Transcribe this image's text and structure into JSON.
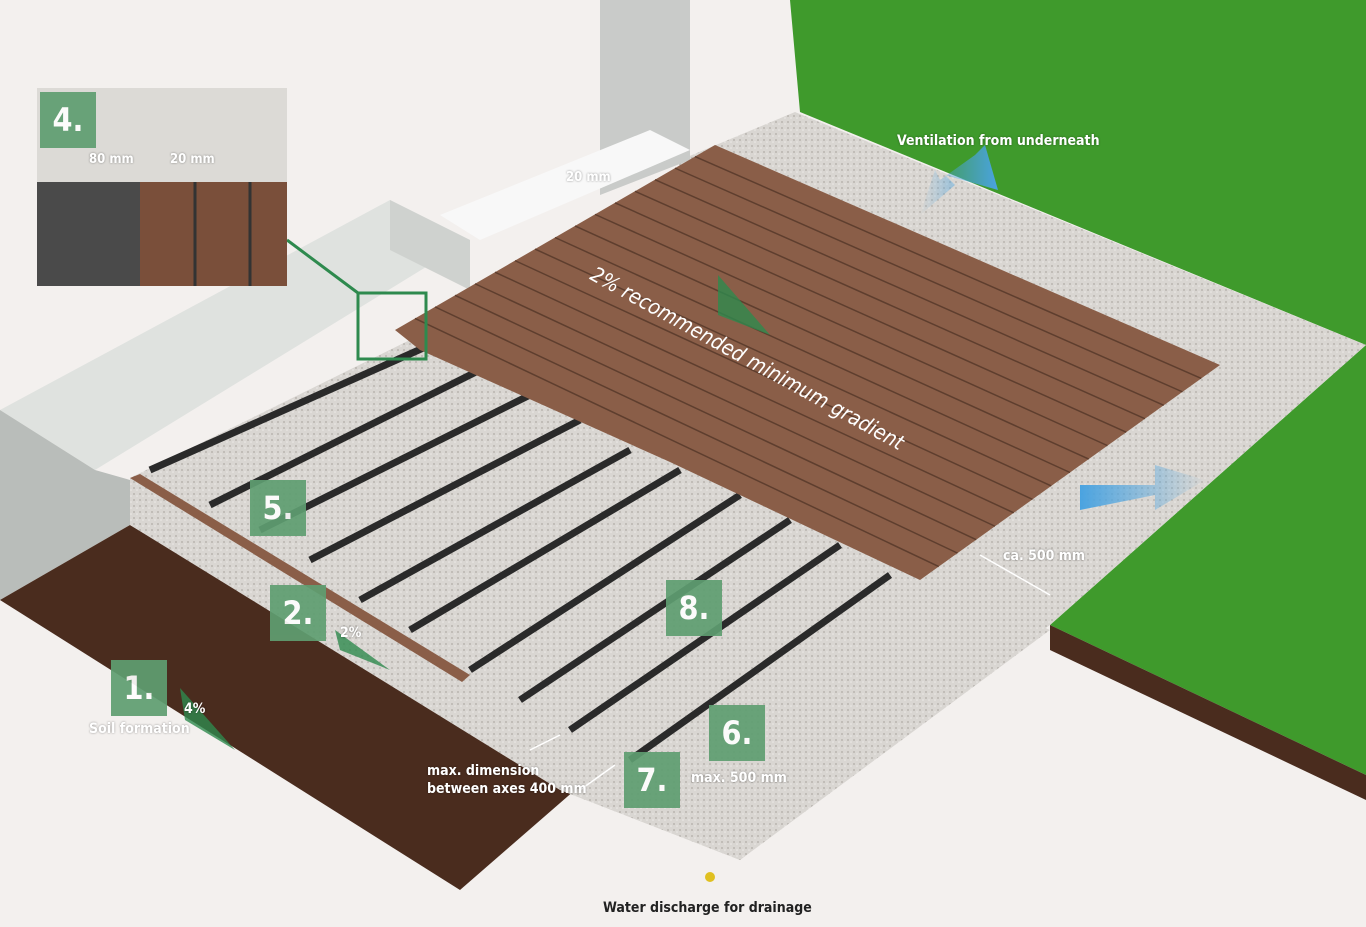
{
  "steps": {
    "one": "1.",
    "two": "2.",
    "four": "4.",
    "five": "5.",
    "six": "6.",
    "seven": "7.",
    "eight": "8."
  },
  "labels": {
    "inset_80": "80 mm",
    "inset_20": "20 mm",
    "gap_20": "20 mm",
    "ventilation": "Ventilation from underneath",
    "gradient": "2% recommended minimum gradient",
    "slope_2": "2%",
    "slope_4": "4%",
    "soil": "Soil formation",
    "ca500": "ca. 500 mm",
    "max500": "max. 500 mm",
    "max_dim_1": "max. dimension",
    "max_dim_2": "between axes 400 mm",
    "water": "Water discharge for drainage"
  },
  "colors": {
    "grass": "#3f9a2c",
    "deck": "#8a5e48",
    "soil": "#4a2c1e",
    "label_green": "#5f9e71",
    "arrow": "#4aa3e0"
  }
}
